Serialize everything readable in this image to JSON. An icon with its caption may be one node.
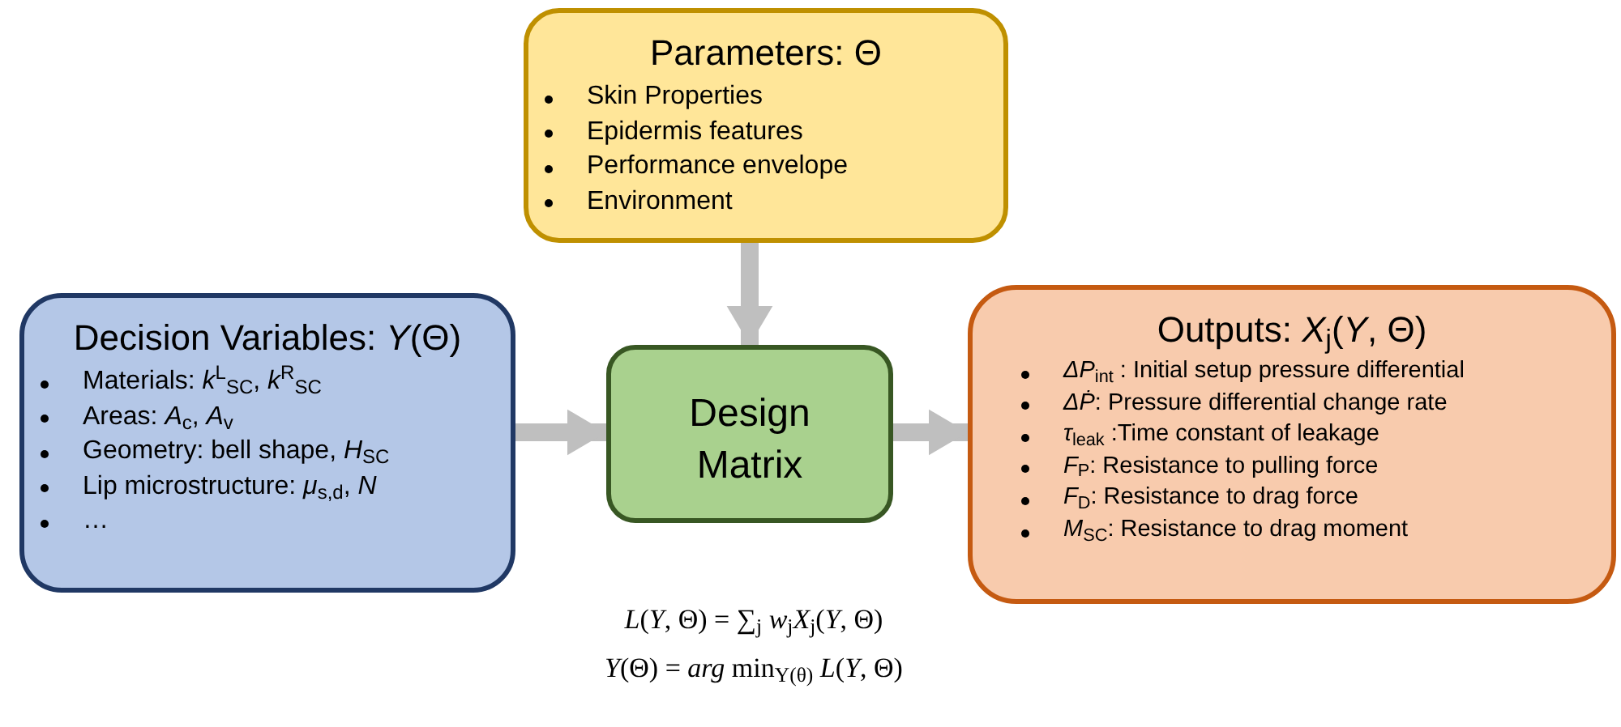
{
  "diagram": {
    "nodes": [
      {
        "text": [
          "Parameters: Θ",
          "Skin Properties",
          "Epidermis features",
          "Performance envelope",
          "Environment"
        ]
      },
      {
        "text": [
          "Decision Variables: *Y*(Θ)",
          "Materials: *k*$^{L}$$_{SC}$, *k*$^{R}$$_{SC}$",
          "Areas: *A*$_{c}$, *A*$_{v}$",
          "Geometry: bell shape, *H*$_{SC}$",
          "Lip microstructure: *μ*$_{s,d}$, *N*",
          "…"
        ]
      },
      {
        "text": [
          "Design Matrix"
        ]
      },
      {
        "text": [
          "Outputs: *X*$_{j}$(*Y*, Θ)",
          "*ΔP*$_{int}$ : Initial setup pressure differential",
          "*ΔṖ*: Pressure differential change rate",
          "*τ*$_{leak}$ :Time constant of leakage",
          "*F*$_{P}$: Resistance to pulling force",
          "*F*$_{D}$: Resistance to drag force",
          "*M*$_{SC}$: Resistance to drag moment"
        ]
      }
    ],
    "edges": [
      {
        "from": 0,
        "to": 2,
        "arrow": "to"
      },
      {
        "from": 1,
        "to": 2,
        "arrow": "to"
      },
      {
        "from": 2,
        "to": 3,
        "arrow": "to"
      }
    ],
    "labels": [
      "*L*(*Y*, Θ) = ∑$_{j}$ *w*$_{j}$*X*$_{j}$(*Y*, Θ)",
      "*Y*(Θ) = *arg* min$_{Y(θ)}$ *L*(*Y*, Θ)"
    ]
  }
}
